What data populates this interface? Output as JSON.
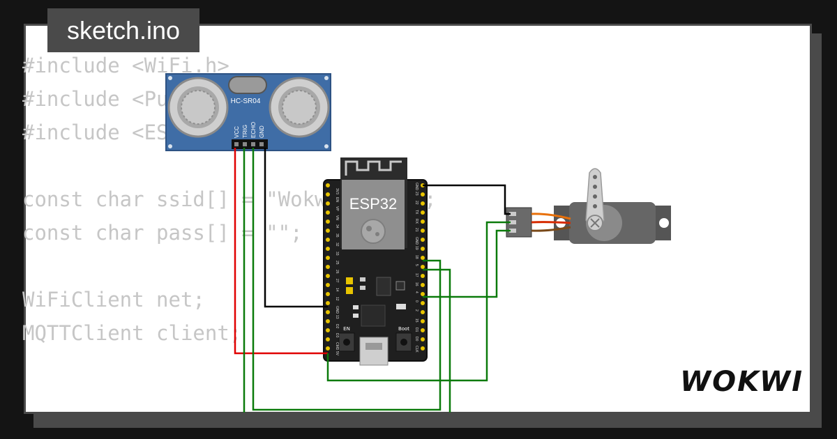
{
  "tab": {
    "label": "sketch.ino"
  },
  "code_lines": [
    "#include <WiFi.h>",
    "#include <PubSubClient.h>",
    "#include <ESP32Servo.h>",
    "",
    "const char ssid[] = \"Wokwi-GUEST\";",
    "const char pass[] = \"\";",
    "",
    "WiFiClient net;",
    "MQTTClient client;"
  ],
  "sensor": {
    "model": "HC-SR04",
    "pins": [
      "VCC",
      "TRIG",
      "ECHO",
      "GND"
    ]
  },
  "board": {
    "label": "ESP32",
    "left_pins": [
      "3V3",
      "EN",
      "VP",
      "VN",
      "34",
      "35",
      "32",
      "33",
      "25",
      "26",
      "27",
      "14",
      "12",
      "GND",
      "13",
      "D2",
      "D3",
      "CMD",
      "5V"
    ],
    "right_pins": [
      "GND",
      "23",
      "22",
      "TX",
      "RX",
      "21",
      "GND",
      "19",
      "18",
      "5",
      "17",
      "16",
      "4",
      "0",
      "2",
      "15",
      "D1",
      "D0",
      "CLK"
    ],
    "en_label": "EN",
    "boot_label": "Boot"
  },
  "wires": {
    "power": "#e00000",
    "ground": "#000000",
    "signal": "#0a7a0a",
    "servo_orange": "#e8700a",
    "servo_red": "#d62a00"
  },
  "brand": {
    "logo": "WOKWI"
  }
}
